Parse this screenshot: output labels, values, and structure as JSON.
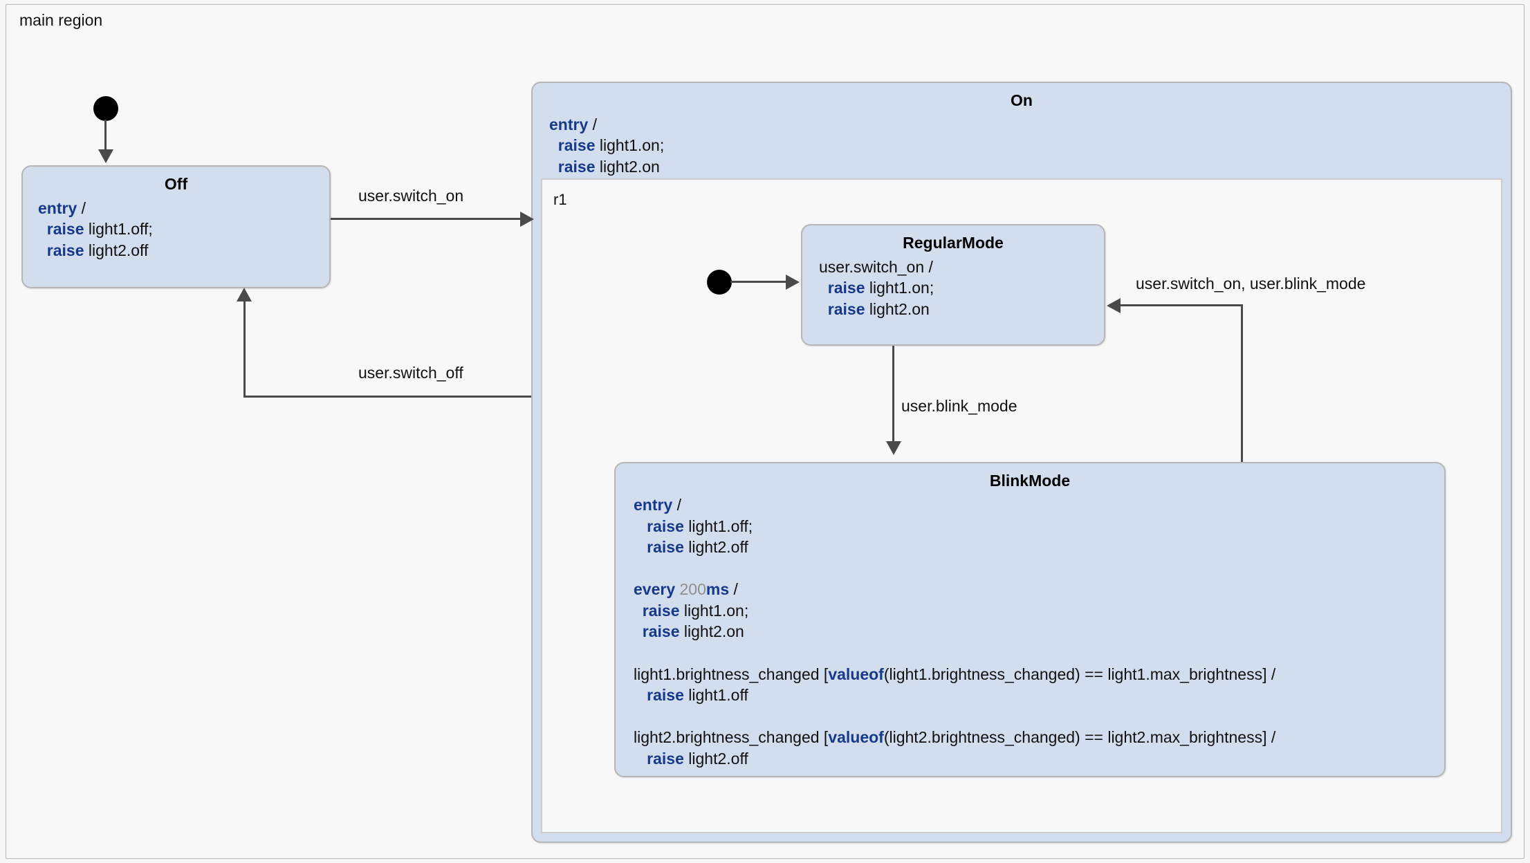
{
  "diagram": {
    "type": "statechart",
    "region_label": "main region"
  },
  "states": {
    "off": {
      "title": "Off",
      "body": [
        {
          "segments": [
            {
              "text": "entry",
              "style": "kw"
            },
            {
              "text": " /",
              "style": "plain"
            }
          ]
        },
        {
          "segments": [
            {
              "text": "  raise",
              "style": "kw"
            },
            {
              "text": " light1.off;",
              "style": "plain"
            }
          ]
        },
        {
          "segments": [
            {
              "text": "  raise",
              "style": "kw"
            },
            {
              "text": " light2.off",
              "style": "plain"
            }
          ]
        }
      ]
    },
    "on": {
      "title": "On",
      "body": [
        {
          "segments": [
            {
              "text": "entry",
              "style": "kw"
            },
            {
              "text": " /",
              "style": "plain"
            }
          ]
        },
        {
          "segments": [
            {
              "text": "  raise",
              "style": "kw"
            },
            {
              "text": " light1.on;",
              "style": "plain"
            }
          ]
        },
        {
          "segments": [
            {
              "text": "  raise",
              "style": "kw"
            },
            {
              "text": " light2.on",
              "style": "plain"
            }
          ]
        }
      ],
      "region_label": "r1"
    },
    "regular_mode": {
      "title": "RegularMode",
      "body": [
        {
          "segments": [
            {
              "text": "user.switch_on /",
              "style": "plain"
            }
          ]
        },
        {
          "segments": [
            {
              "text": "  raise",
              "style": "kw"
            },
            {
              "text": " light1.on;",
              "style": "plain"
            }
          ]
        },
        {
          "segments": [
            {
              "text": "  raise",
              "style": "kw"
            },
            {
              "text": " light2.on",
              "style": "plain"
            }
          ]
        }
      ]
    },
    "blink_mode": {
      "title": "BlinkMode",
      "body": [
        {
          "segments": [
            {
              "text": "entry",
              "style": "kw"
            },
            {
              "text": " /",
              "style": "plain"
            }
          ]
        },
        {
          "segments": [
            {
              "text": "   raise",
              "style": "kw"
            },
            {
              "text": " light1.off;",
              "style": "plain"
            }
          ]
        },
        {
          "segments": [
            {
              "text": "   raise",
              "style": "kw"
            },
            {
              "text": " light2.off",
              "style": "plain"
            }
          ]
        },
        {
          "segments": [
            {
              "text": " ",
              "style": "plain"
            }
          ]
        },
        {
          "segments": [
            {
              "text": "every",
              "style": "kw"
            },
            {
              "text": " 200",
              "style": "num"
            },
            {
              "text": "ms",
              "style": "kw"
            },
            {
              "text": " /",
              "style": "plain"
            }
          ]
        },
        {
          "segments": [
            {
              "text": "  raise",
              "style": "kw"
            },
            {
              "text": " light1.on;",
              "style": "plain"
            }
          ]
        },
        {
          "segments": [
            {
              "text": "  raise",
              "style": "kw"
            },
            {
              "text": " light2.on",
              "style": "plain"
            }
          ]
        },
        {
          "segments": [
            {
              "text": " ",
              "style": "plain"
            }
          ]
        },
        {
          "segments": [
            {
              "text": "light1.brightness_changed [",
              "style": "plain"
            },
            {
              "text": "valueof",
              "style": "kw"
            },
            {
              "text": "(light1.brightness_changed) == light1.max_brightness] /",
              "style": "plain"
            }
          ]
        },
        {
          "segments": [
            {
              "text": "   raise",
              "style": "kw"
            },
            {
              "text": " light1.off",
              "style": "plain"
            }
          ]
        },
        {
          "segments": [
            {
              "text": " ",
              "style": "plain"
            }
          ]
        },
        {
          "segments": [
            {
              "text": "light2.brightness_changed [",
              "style": "plain"
            },
            {
              "text": "valueof",
              "style": "kw"
            },
            {
              "text": "(light2.brightness_changed) == light2.max_brightness] /",
              "style": "plain"
            }
          ]
        },
        {
          "segments": [
            {
              "text": "   raise",
              "style": "kw"
            },
            {
              "text": " light2.off",
              "style": "plain"
            }
          ]
        }
      ]
    }
  },
  "transitions": {
    "off_to_on": "user.switch_on",
    "on_to_off": "user.switch_off",
    "regular_to_blink": "user.blink_mode",
    "blink_to_regular": "user.switch_on, user.blink_mode"
  },
  "colors": {
    "state_fill": "#d2deee",
    "state_border": "#b6b6b6",
    "keyword": "#17398a",
    "number": "#8f8f8f",
    "edge": "#4a4a4a",
    "canvas": "#f8f8f9",
    "initial_node": "#000000"
  }
}
